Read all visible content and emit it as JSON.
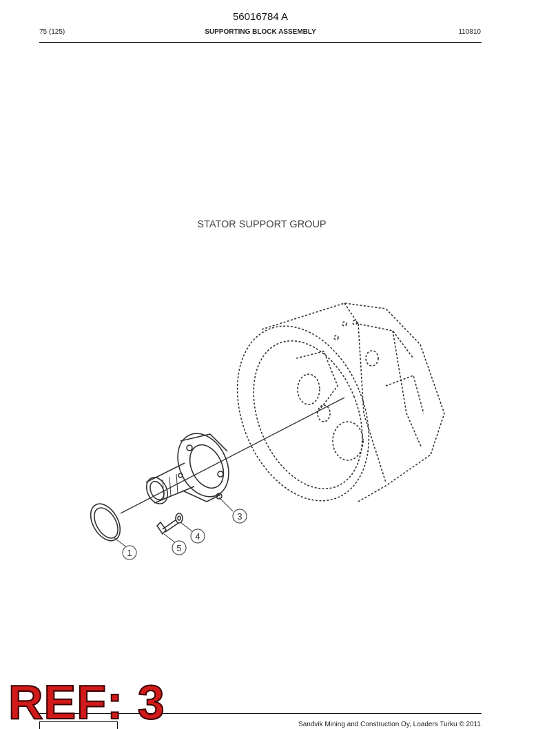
{
  "header": {
    "doc_number": "56016784 A",
    "page": "75 (125)",
    "section_title": "SUPPORTING BLOCK ASSEMBLY",
    "code": "110810"
  },
  "figure": {
    "title": "STATOR SUPPORT GROUP",
    "callouts": [
      "1",
      "3",
      "4",
      "5"
    ]
  },
  "stamp": {
    "text": "REF: 3"
  },
  "footer": {
    "copyright": "Sandvik Mining and Construction Oy, Loaders Turku © 2011"
  }
}
